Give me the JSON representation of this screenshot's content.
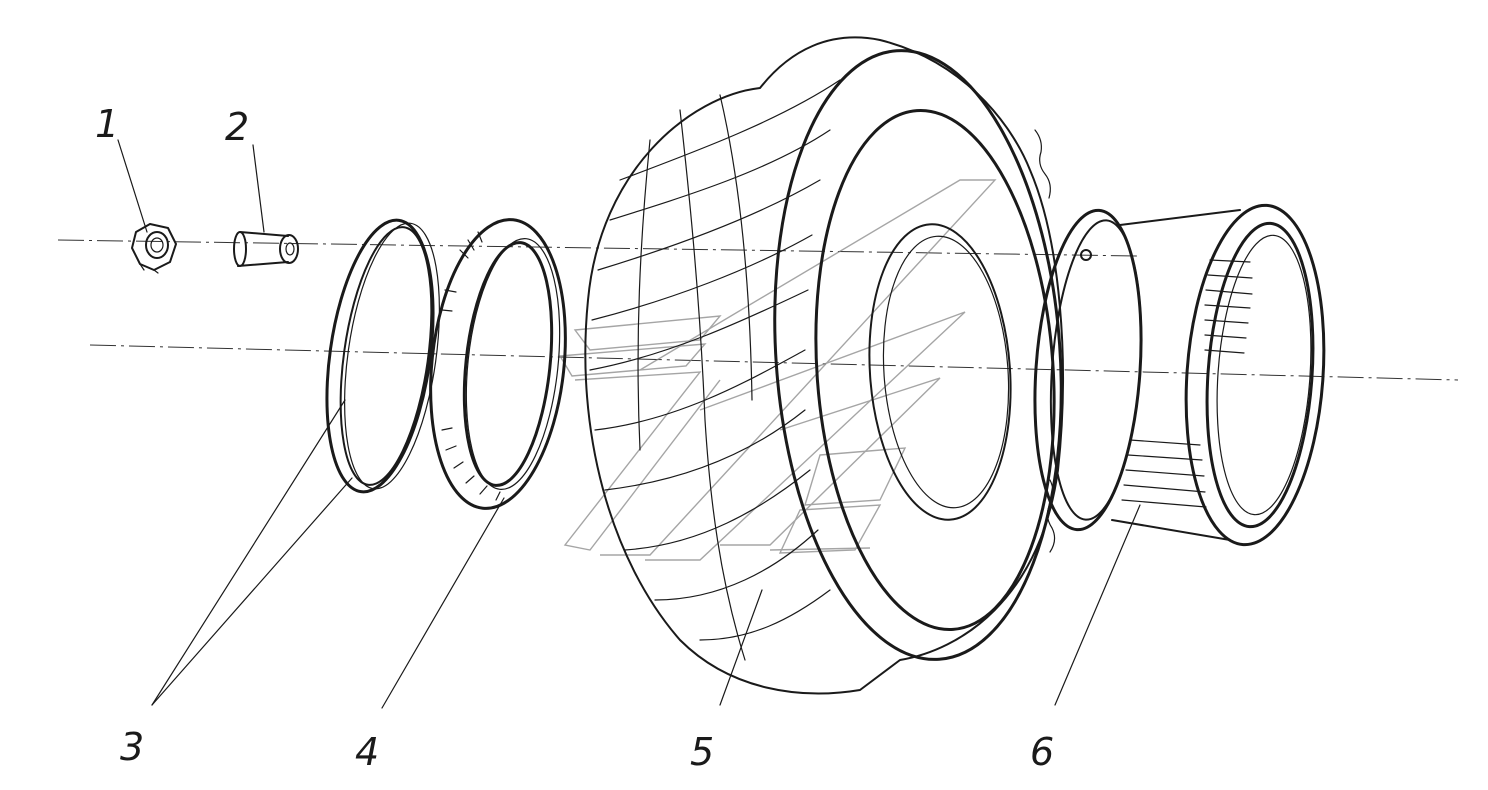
{
  "diagram": {
    "part_labels": [
      "1",
      "2",
      "3",
      "4",
      "5",
      "6"
    ],
    "parts": [
      {
        "id": "1",
        "name": "nut-icon"
      },
      {
        "id": "2",
        "name": "sleeve-icon"
      },
      {
        "id": "3",
        "name": "ring-pair-icon"
      },
      {
        "id": "4",
        "name": "flange-ring-icon"
      },
      {
        "id": "5",
        "name": "tire-icon"
      },
      {
        "id": "6",
        "name": "rim-icon"
      }
    ],
    "line_color": "#1a1a1a",
    "watermark": "logo-watermark"
  }
}
